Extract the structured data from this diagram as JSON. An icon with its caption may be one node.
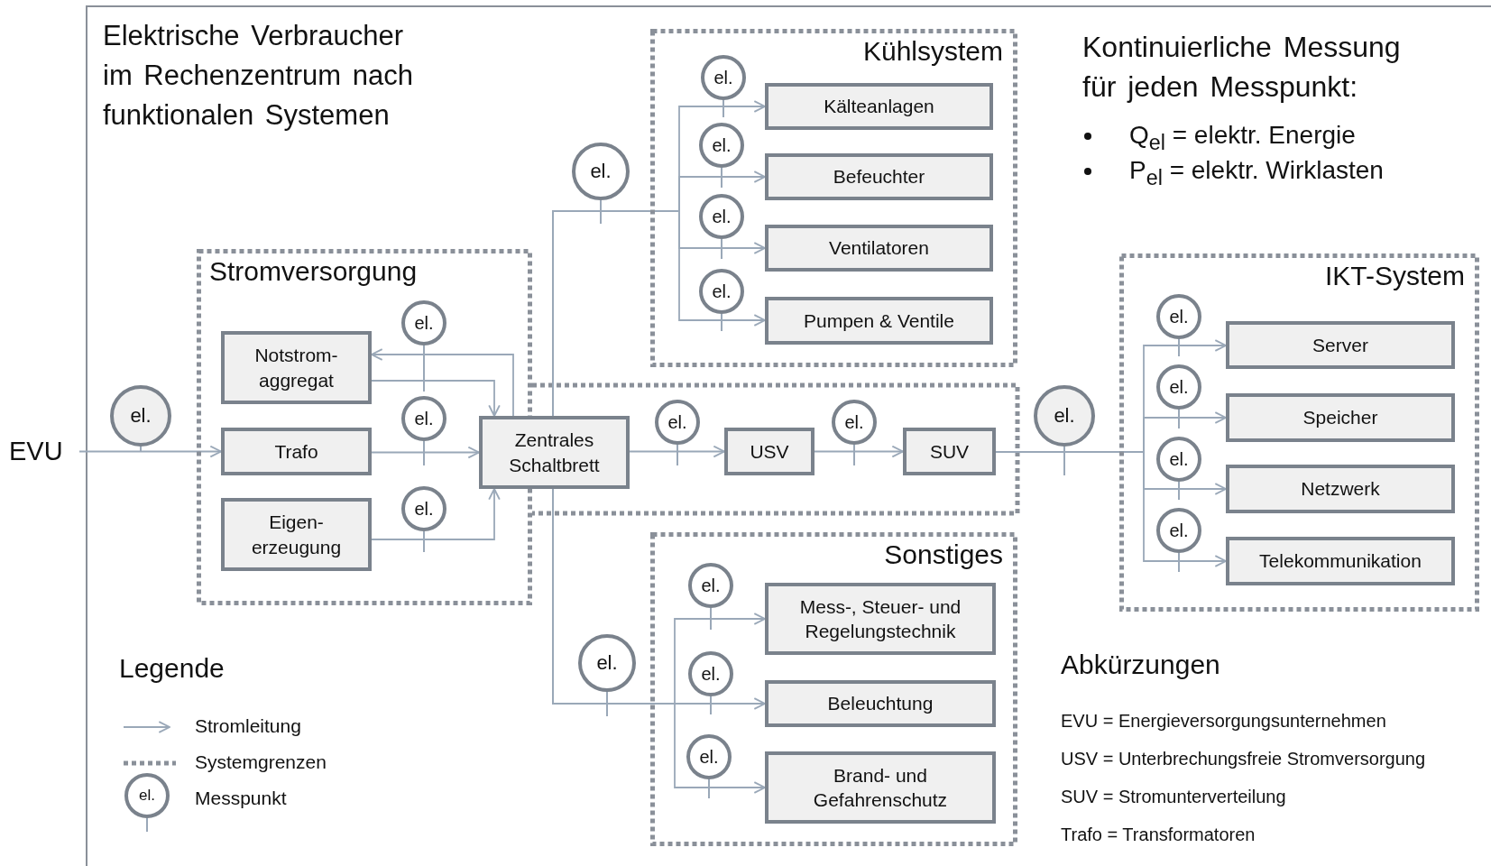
{
  "diagram": {
    "title": "Elektrische Verbraucher im Rechenzentrum nach funktionalen Systemen",
    "nodes": [
      {
        "text": [
          "EVU"
        ]
      },
      {
        "text": [
          "Stromversorgung"
        ]
      },
      {
        "text": [
          "Notstrom- aggregat"
        ],
        "in": 1
      },
      {
        "text": [
          "Trafo"
        ],
        "in": 1
      },
      {
        "text": [
          "Eigen- erzeugung"
        ],
        "in": 1
      },
      {
        "text": [
          "Zentrales Schaltbrett"
        ]
      },
      {
        "text": [
          "USV"
        ]
      },
      {
        "text": [
          "SUV"
        ]
      },
      {
        "text": [
          "Kühlsystem"
        ]
      },
      {
        "text": [
          "Kälteanlagen"
        ],
        "in": 8
      },
      {
        "text": [
          "Befeuchter"
        ],
        "in": 8
      },
      {
        "text": [
          "Ventilatoren"
        ],
        "in": 8
      },
      {
        "text": [
          "Pumpen & Ventile"
        ],
        "in": 8
      },
      {
        "text": [
          "Sonstiges"
        ]
      },
      {
        "text": [
          "Mess-, Steuer- und Regelungstechnik"
        ],
        "in": 13
      },
      {
        "text": [
          "Beleuchtung"
        ],
        "in": 13
      },
      {
        "text": [
          "Brand- und Gefahrenschutz"
        ],
        "in": 13
      },
      {
        "text": [
          "IKT-System"
        ]
      },
      {
        "text": [
          "Server"
        ],
        "in": 17
      },
      {
        "text": [
          "Speicher"
        ],
        "in": 17
      },
      {
        "text": [
          "Netzwerk"
        ],
        "in": 17
      },
      {
        "text": [
          "Telekommunikation"
        ],
        "in": 17
      },
      {
        "text": [
          "el."
        ]
      },
      {
        "text": [
          "el."
        ],
        "in": 1
      },
      {
        "text": [
          "el."
        ],
        "in": 1
      },
      {
        "text": [
          "el."
        ],
        "in": 1
      },
      {
        "text": [
          "el."
        ]
      },
      {
        "text": [
          "el."
        ]
      },
      {
        "text": [
          "el."
        ]
      },
      {
        "text": [
          "el."
        ]
      },
      {
        "text": [
          "el."
        ],
        "in": 8
      },
      {
        "text": [
          "el."
        ],
        "in": 8
      },
      {
        "text": [
          "el."
        ],
        "in": 8
      },
      {
        "text": [
          "el."
        ],
        "in": 8
      },
      {
        "text": [
          "el."
        ]
      },
      {
        "text": [
          "el."
        ],
        "in": 13
      },
      {
        "text": [
          "el."
        ],
        "in": 13
      },
      {
        "text": [
          "el."
        ],
        "in": 13
      },
      {
        "text": [
          "el."
        ],
        "in": 17
      },
      {
        "text": [
          "el."
        ],
        "in": 17
      },
      {
        "text": [
          "el."
        ],
        "in": 17
      },
      {
        "text": [
          "el."
        ],
        "in": 17
      },
      {
        "text": [
          "el."
        ]
      }
    ],
    "edges": [
      {
        "from": 0,
        "to": 3,
        "arrow": "to"
      },
      {
        "from": 3,
        "to": 5,
        "arrow": "to"
      },
      {
        "from": 2,
        "to": 5,
        "arrow": "to"
      },
      {
        "from": 5,
        "to": 2,
        "arrow": "to"
      },
      {
        "from": 4,
        "to": 5,
        "arrow": "to"
      },
      {
        "from": 5,
        "to": 6,
        "arrow": "to"
      },
      {
        "from": 6,
        "to": 7,
        "arrow": "to"
      },
      {
        "from": 5,
        "to": 9,
        "arrow": "to"
      },
      {
        "from": 5,
        "to": 10,
        "arrow": "to"
      },
      {
        "from": 5,
        "to": 11,
        "arrow": "to"
      },
      {
        "from": 5,
        "to": 12,
        "arrow": "to"
      },
      {
        "from": 5,
        "to": 14,
        "arrow": "to"
      },
      {
        "from": 5,
        "to": 15,
        "arrow": "to"
      },
      {
        "from": 5,
        "to": 16,
        "arrow": "to"
      },
      {
        "from": 7,
        "to": 18,
        "arrow": "to"
      },
      {
        "from": 7,
        "to": 19,
        "arrow": "to"
      },
      {
        "from": 7,
        "to": 20,
        "arrow": "to"
      },
      {
        "from": 7,
        "to": 21,
        "arrow": "to"
      }
    ],
    "labels": [
      "Kontinuierliche Messung für jeden Messpunkt:",
      "Q$_{el}$ = elektr. Energie",
      "P$_{el}$ = elektr. Wirklasten",
      "Legende",
      "Abkürzungen",
      "EVU = Energieversorgungsunternehmen",
      "USV = Unterbrechungsfreie Stromversorgung",
      "SUV = Stromunterverteilung",
      "Trafo = Transformatoren"
    ],
    "legend": [
      {
        "text": "Stromleitung"
      },
      {
        "text": "Systemgrenzen"
      },
      {
        "text": "Messpunkt"
      }
    ]
  }
}
